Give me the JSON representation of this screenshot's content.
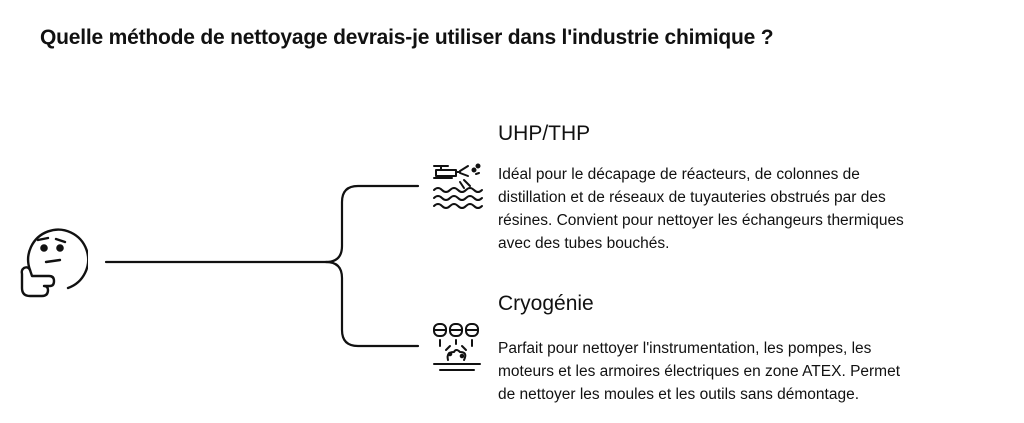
{
  "question": "Quelle méthode de nettoyage devrais-je utiliser dans l'industrie chimique ?",
  "root_icon": "thinking-face-icon",
  "branches": [
    {
      "icon": "water-jet-icon",
      "title": "UHP/THP",
      "lines": [
        "Idéal pour le décapage de réacteurs, de colonnes de",
        "distillation et de réseaux de tuyauteries obstrués par des",
        "résines. Convient pour nettoyer les échangeurs thermiques",
        "avec des tubes bouchés."
      ]
    },
    {
      "icon": "dry-ice-blasting-icon",
      "title": "Cryogénie",
      "lines": [
        "Parfait pour nettoyer l'instrumentation, les pompes, les",
        "moteurs et les armoires électriques en zone ATEX. Permet",
        "de nettoyer les moules et les outils sans démontage."
      ]
    }
  ]
}
